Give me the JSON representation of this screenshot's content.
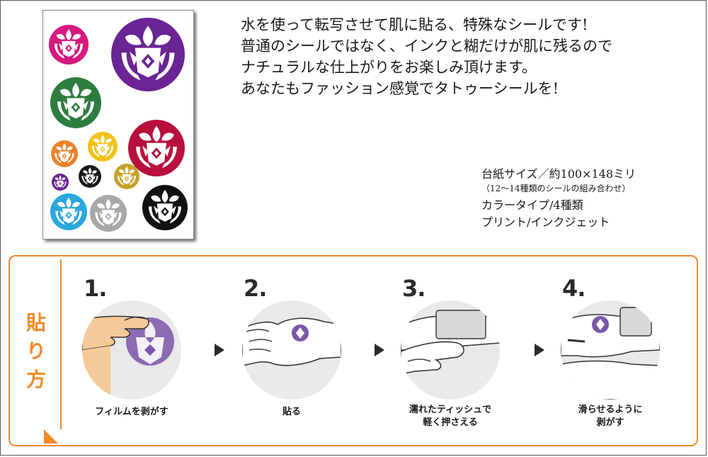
{
  "description": {
    "lines": [
      "水を使って転写させて肌に貼る、特殊なシールです!",
      "普通のシールではなく、インクと糊だけが肌に残るので",
      "ナチュラルな仕上がりをお楽しみ頂けます。",
      "あなたもファッション感覚でタトゥーシールを!"
    ]
  },
  "spec": {
    "size": "台紙サイズ／約100×148ミリ",
    "size_note": "（12〜14種類のシールの組み合わせ）",
    "colors": "カラータイプ/4種類",
    "print": "プリント/インクジェット"
  },
  "howto": {
    "label": [
      "貼",
      "り",
      "方"
    ],
    "accent_color": "#f08a2a",
    "steps": [
      {
        "num": "1.",
        "caption": [
          "フィルムを剥がす"
        ],
        "icon": "peel-film-hand-icon"
      },
      {
        "num": "2.",
        "caption": [
          "貼る"
        ],
        "icon": "apply-to-arm-icon"
      },
      {
        "num": "3.",
        "caption": [
          "濡れたティッシュで",
          "軽く押さえる"
        ],
        "icon": "press-wet-tissue-icon"
      },
      {
        "num": "4.",
        "caption": [
          "滑らせるように",
          "剥がす"
        ],
        "icon": "slide-peel-icon"
      }
    ]
  },
  "sheet": {
    "crest_colors": [
      "#d6197e",
      "#6b2494",
      "#2e7d3f",
      "#b8103c",
      "#f0802a",
      "#f2c21a",
      "#6b2494",
      "#1a1a1a",
      "#c7a126",
      "#29a8dc",
      "#a8a8a8",
      "#111111"
    ],
    "sticker_color": "#7a56a8"
  }
}
